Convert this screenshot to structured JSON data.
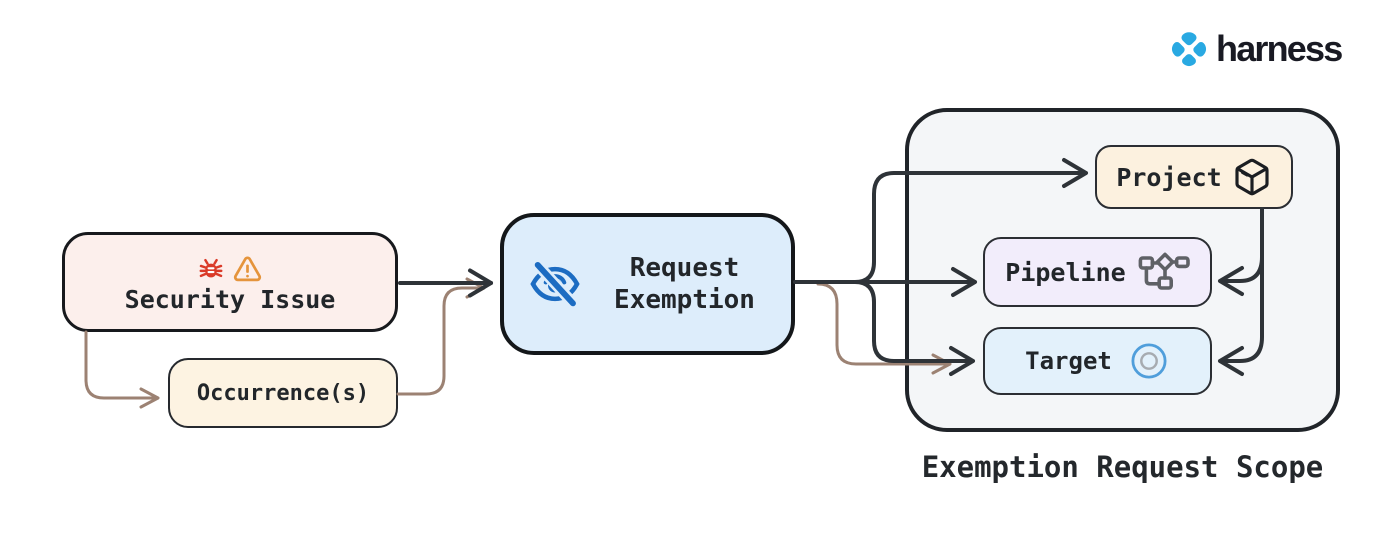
{
  "brand": {
    "name": "harness",
    "logo_color": "#29a9e2",
    "wordmark_color": "#191a23"
  },
  "nodes": {
    "security_issue": {
      "label": "Security Issue",
      "fill": "#fcefec",
      "icons": [
        "bug-icon",
        "warning-icon"
      ]
    },
    "occurrences": {
      "label": "Occurrence(s)",
      "fill": "#fdf3e2"
    },
    "request_exemption": {
      "label_line1": "Request",
      "label_line2": "Exemption",
      "fill": "#ddedfb",
      "icon": "eye-off-icon"
    },
    "project": {
      "label": "Project",
      "fill": "#fcf1df",
      "icon": "package-icon"
    },
    "pipeline": {
      "label": "Pipeline",
      "fill": "#f2edfb",
      "icon": "pipeline-icon"
    },
    "target": {
      "label": "Target",
      "fill": "#e3f1fb",
      "icon": "target-icon"
    }
  },
  "scope_group": {
    "caption": "Exemption Request Scope",
    "fill": "#f4f6f8"
  },
  "edges": [
    {
      "from": "security_issue",
      "to": "request_exemption",
      "style": "dark"
    },
    {
      "from": "security_issue",
      "to": "occurrences",
      "style": "brown"
    },
    {
      "from": "occurrences",
      "to": "request_exemption",
      "style": "brown"
    },
    {
      "from": "request_exemption",
      "to": "project",
      "style": "dark"
    },
    {
      "from": "request_exemption",
      "to": "pipeline",
      "style": "dark"
    },
    {
      "from": "request_exemption",
      "to": "target",
      "style": "dark"
    },
    {
      "from": "request_exemption",
      "to": "target",
      "style": "brown"
    },
    {
      "from": "project",
      "to": "pipeline",
      "style": "dark"
    },
    {
      "from": "project",
      "to": "target",
      "style": "dark"
    }
  ],
  "colors": {
    "edge_dark": "#2e3338",
    "edge_brown": "#9c8273",
    "bug_icon": "#da3a28",
    "warning_icon": "#e5943c",
    "eye_off_icon": "#1c6cc2",
    "pipeline_icon": "#5f6166",
    "target_icon_outer": "#4f9edb",
    "target_icon_inner": "#a7abb0",
    "canvas": "#ffffff"
  }
}
